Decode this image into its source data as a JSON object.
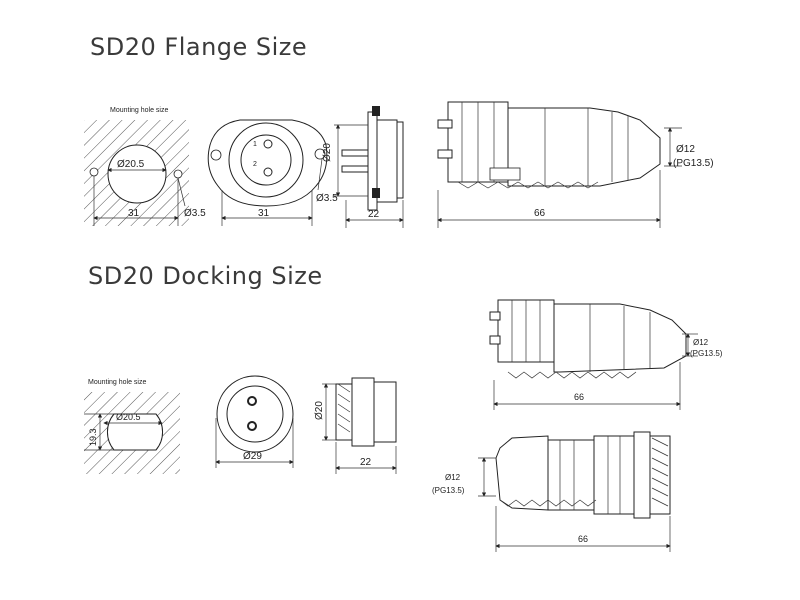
{
  "flange": {
    "title": "SD20 Flange Size",
    "mounting": {
      "label": "Mounting hole size",
      "diameter": "Ø20.5",
      "width": "31",
      "hole": "Ø3.5"
    },
    "front": {
      "pin1": "1",
      "pin2": "2",
      "width": "31",
      "hole": "Ø3.5"
    },
    "side": {
      "diameter": "Ø20",
      "length": "22"
    },
    "plug": {
      "cable": "Ø12",
      "thread": "(PG13.5)",
      "length": "66"
    }
  },
  "docking": {
    "title": "SD20 Docking Size",
    "mounting": {
      "label": "Mounting hole size",
      "diameter": "Ø20.5",
      "height": "19.3"
    },
    "front": {
      "diameter": "Ø29"
    },
    "side": {
      "diameter": "Ø20",
      "length": "22"
    },
    "plug_top": {
      "cable": "Ø12",
      "thread": "(PG13.5)",
      "length": "66"
    },
    "plug_bottom": {
      "cable": "Ø12",
      "thread": "(PG13.5)",
      "length": "66"
    }
  }
}
